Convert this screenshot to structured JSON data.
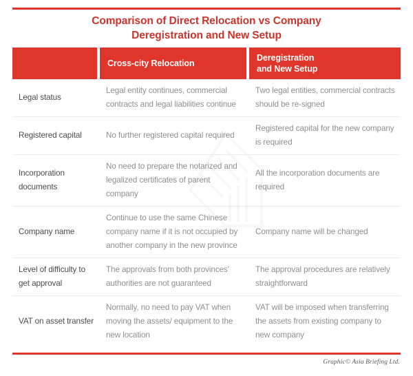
{
  "document": {
    "title_lines": [
      "Comparison of Direct Relocation vs Company",
      "Deregistration and New Setup"
    ],
    "credit": "Graphic© Asia Briefing Ltd.",
    "accent_color": "#e0352a",
    "title_color": "#c9352c",
    "label_text_color": "#4b4b4b",
    "body_text_color": "#8f8f8f",
    "watermark_label": "asia-briefing-watermark"
  },
  "table": {
    "headers": {
      "col1": "",
      "col2": "Cross-city Relocation",
      "col3_line1": "Deregistration",
      "col3_line2": "and New Setup"
    },
    "rows": [
      {
        "label": "Legal status",
        "relocation": "Legal entity continues, commercial contracts and legal liabilities continue",
        "deregistration": "Two legal entities, commercial contracts should be re-signed"
      },
      {
        "label": "Registered capital",
        "relocation": "No further registered capital required",
        "deregistration": "Registered capital for the new company is required"
      },
      {
        "label": "Incorporation documents",
        "relocation": "No need to prepare the notarized and legalized certificates of parent company",
        "deregistration": "All the incorporation documents are required"
      },
      {
        "label": "Company name",
        "relocation": "Continue to use the same Chinese company name if it is not occupied by another company in the new province",
        "deregistration": "Company name will be changed"
      },
      {
        "label": "Level of difficulty to get approval",
        "relocation": "The approvals from both provinces' authorities are not guaranteed",
        "deregistration": "The approval procedures are relatively straightforward"
      },
      {
        "label": "VAT on asset transfer",
        "relocation": "Normally, no need to pay VAT when moving the assets/ equipment to the new location",
        "deregistration": "VAT will be imposed when transferring the assets from existing company to new company"
      }
    ]
  }
}
